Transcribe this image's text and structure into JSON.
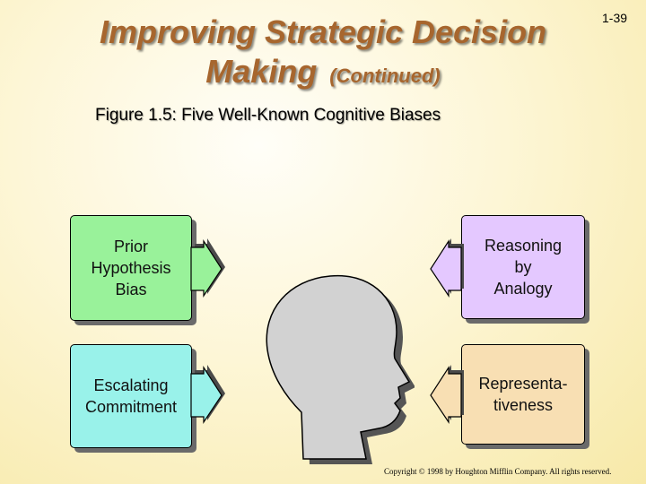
{
  "title": {
    "line1": "Improving Strategic Decision",
    "line2": "Making",
    "continued": "(Continued)"
  },
  "slide_number": "1-39",
  "figure_caption": "Figure 1.5:  Five Well-Known Cognitive Biases",
  "biases": [
    {
      "lines": [
        "Prior",
        "Hypothesis",
        "Bias"
      ],
      "color": "#99f29a"
    },
    {
      "lines": [
        "Escalating",
        "Commitment"
      ],
      "color": "#99f2ea"
    },
    {
      "lines": [
        "Reasoning",
        "by",
        "Analogy"
      ],
      "color": "#e4c8ff"
    },
    {
      "lines": [
        "Representa-",
        "tiveness"
      ],
      "color": "#f8dfb3"
    }
  ],
  "copyright": "Copyright © 1998 by Houghton Mifflin Company.  All rights reserved."
}
